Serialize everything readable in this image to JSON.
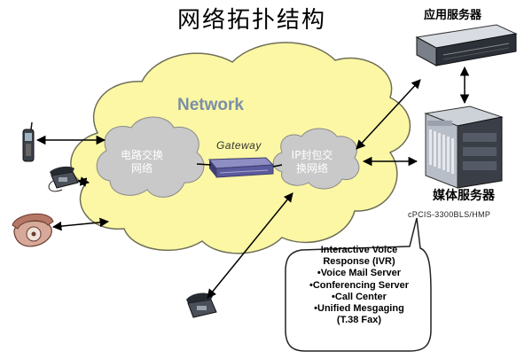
{
  "title": "网络拓扑结构",
  "network_label": "Network",
  "gateway_label": "Gateway",
  "circuit_switch_label": [
    "电路交换",
    "网络"
  ],
  "ip_network_label": [
    "IP封包交",
    "换网络"
  ],
  "app_server_label": "应用服务器",
  "media_server_label": "媒体服务器",
  "media_server_model": "cPCIS-3300BLS/HMP",
  "ivr_callout": [
    "Interactive Voice",
    "Response (IVR)",
    "•Voice Mail Server",
    "•Conferencing Server",
    "•Call Center",
    "•Unified Mesgaging",
    "(T.38 Fax)"
  ],
  "colors": {
    "cloud_fill": "#fbf7a4",
    "cloud_stroke": "#6f6f58",
    "inner_cloud_fill": "#c9c9c9",
    "gateway_device": "#5b5a9c",
    "arrow": "#000000"
  },
  "icons": [
    "cell-phone-icon",
    "desk-phone-icon",
    "rotary-phone-icon",
    "ip-phone-icon",
    "rack-server-icon",
    "media-server-icon"
  ]
}
